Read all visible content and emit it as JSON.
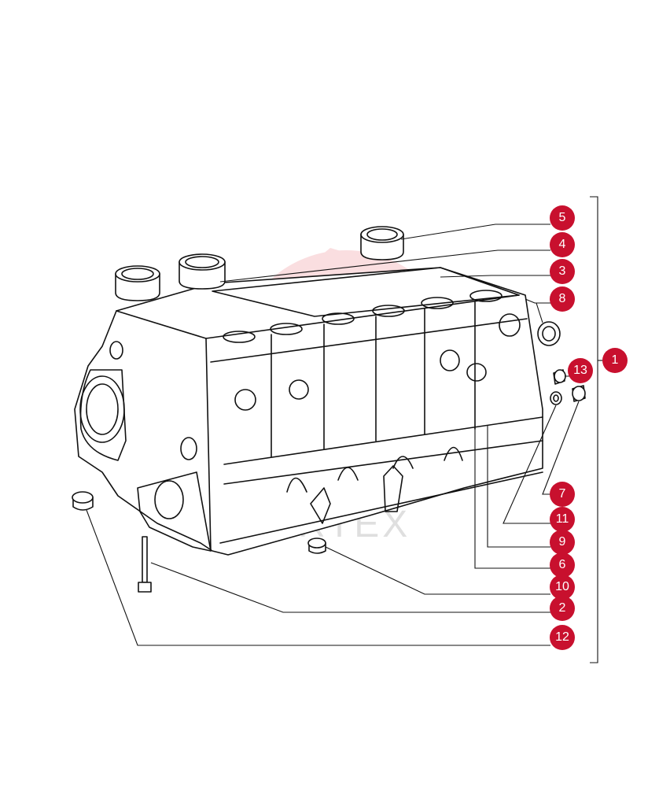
{
  "colors": {
    "callout": "#c8102e",
    "line": "#111111",
    "watermark": "#e4505a"
  },
  "watermark": {
    "text": "MIRTEX"
  },
  "callouts": [
    {
      "label": "5"
    },
    {
      "label": "4"
    },
    {
      "label": "3"
    },
    {
      "label": "8"
    },
    {
      "label": "1"
    },
    {
      "label": "13"
    },
    {
      "label": "7"
    },
    {
      "label": "11"
    },
    {
      "label": "9"
    },
    {
      "label": "6"
    },
    {
      "label": "10"
    },
    {
      "label": "2"
    },
    {
      "label": "12"
    }
  ]
}
